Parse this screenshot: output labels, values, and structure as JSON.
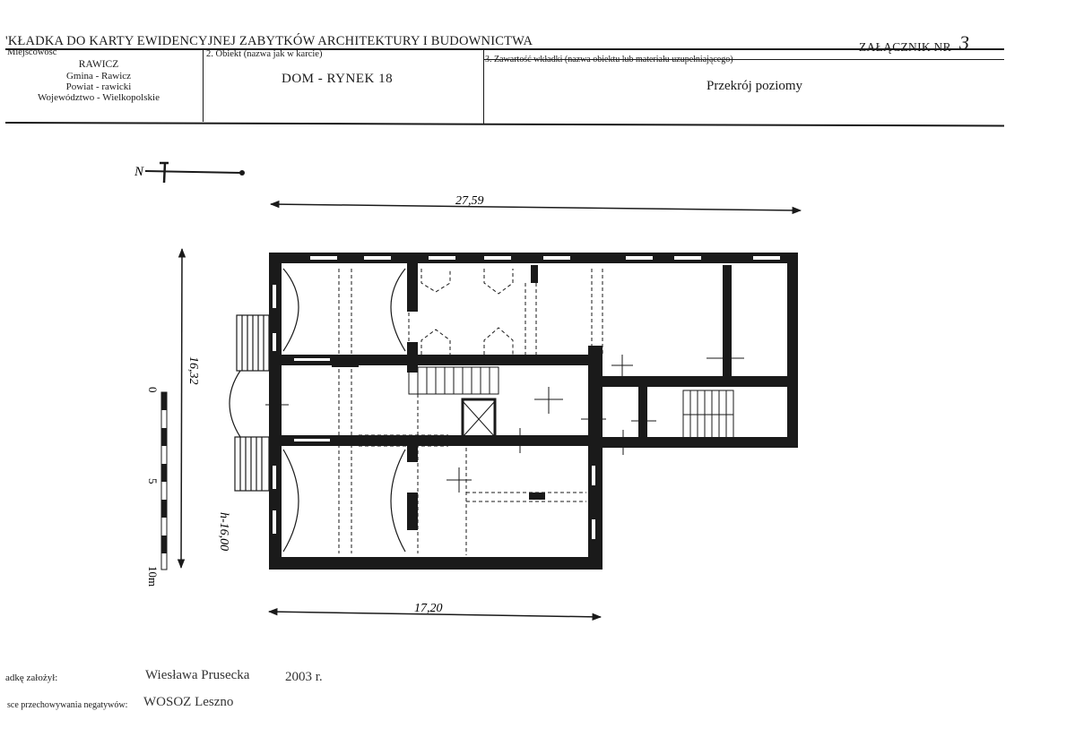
{
  "header": {
    "title": "'KŁADKA DO KARTY EWIDENCYJNEJ ZABYTKÓW ARCHITEKTURY I BUDOWNICTWA",
    "annex_label": "ZAŁĄCZNIK NR",
    "annex_number": "3"
  },
  "location": {
    "label": "Miejscowość",
    "town": "RAWICZ",
    "commune": "Gmina - Rawicz",
    "county": "Powiat - rawicki",
    "province": "Województwo - Wielkopolskie"
  },
  "object": {
    "label": "2. Obiekt (nazwa jak w karcie)",
    "value": "DOM - RYNEK 18"
  },
  "content": {
    "label": "3. Zawartość wkładki (nazwa obiektu lub materiału uzupełniającego)",
    "value": "Przekrój poziomy"
  },
  "drawing": {
    "north_label": "N",
    "dim_width": "27,59",
    "dim_depth": "16,32",
    "dim_front": "17,20",
    "height_label": "h-16,00",
    "scale_ticks": [
      "0",
      "5",
      "10m"
    ]
  },
  "footer": {
    "author_label": "adkę założył:",
    "author_name": "Wiesława Prusecka",
    "year": "2003 r.",
    "archive_label": "sce przechowywania negatywów:",
    "archive_value": "WOSOZ Leszno"
  }
}
